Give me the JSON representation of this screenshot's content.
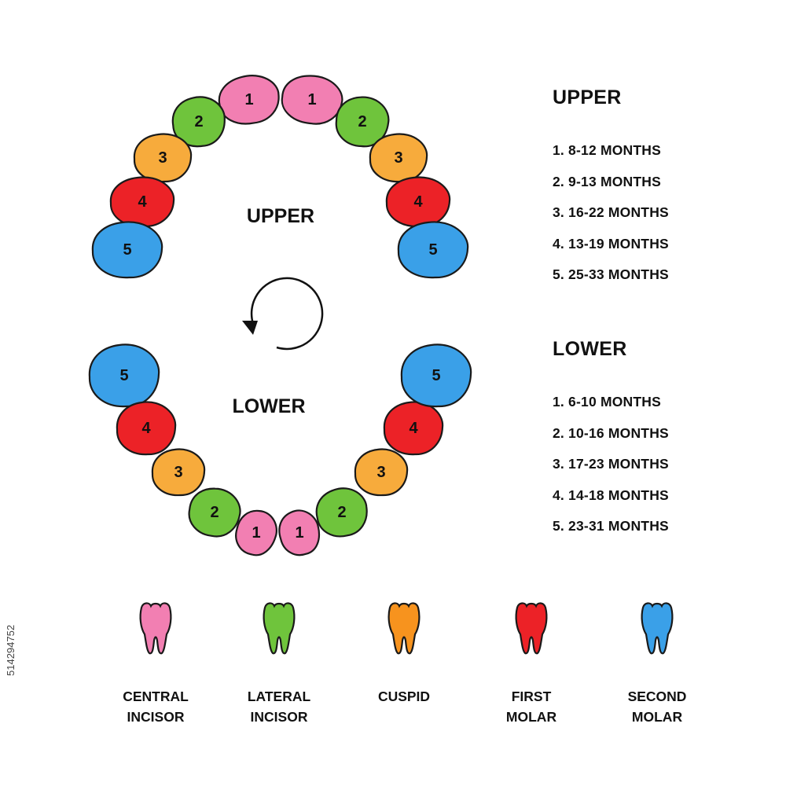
{
  "arch": {
    "upper_label": "UPPER",
    "lower_label": "LOWER"
  },
  "teeth": {
    "upper": [
      "1",
      "2",
      "3",
      "4",
      "5",
      "1",
      "2",
      "3",
      "4",
      "5"
    ],
    "lower": [
      "5",
      "4",
      "3",
      "2",
      "1",
      "1",
      "2",
      "3",
      "4",
      "5"
    ]
  },
  "colors": {
    "central_incisor": "#f27fb2",
    "lateral_incisor": "#6fc43c",
    "cuspid": "#f7ab3c",
    "first_molar": "#ec2227",
    "second_molar": "#3aa0e8",
    "legend_cuspid": "#f7931e"
  },
  "schedule": {
    "upper": {
      "title": "UPPER",
      "items": [
        "1. 8-12 MONTHS",
        "2. 9-13 MONTHS",
        "3. 16-22 MONTHS",
        "4. 13-19 MONTHS",
        "5. 25-33 MONTHS"
      ]
    },
    "lower": {
      "title": "LOWER",
      "items": [
        "1. 6-10 MONTHS",
        "2. 10-16 MONTHS",
        "3. 17-23 MONTHS",
        "4. 14-18 MONTHS",
        "5. 23-31 MONTHS"
      ]
    }
  },
  "legend": [
    {
      "label": "CENTRAL\nINCISOR",
      "icon": "tooth-icon",
      "color_key": "central_incisor"
    },
    {
      "label": "LATERAL\nINCISOR",
      "icon": "tooth-icon",
      "color_key": "lateral_incisor"
    },
    {
      "label": "CUSPID",
      "icon": "tooth-icon",
      "color_key": "legend_cuspid"
    },
    {
      "label": "FIRST\nMOLAR",
      "icon": "tooth-icon",
      "color_key": "first_molar"
    },
    {
      "label": "SECOND\nMOLAR",
      "icon": "tooth-icon",
      "color_key": "second_molar"
    }
  ],
  "stock_id": "514294752"
}
